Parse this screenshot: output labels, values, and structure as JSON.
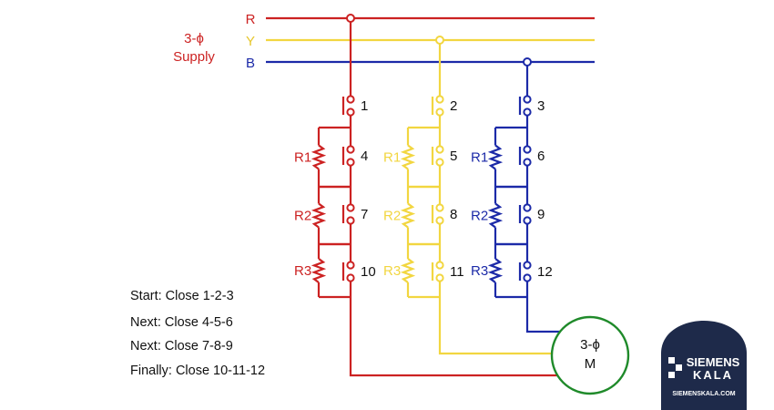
{
  "colors": {
    "red": "#cc2222",
    "yellow": "#f2d640",
    "blue": "#1c2aa8",
    "green": "#1f8a2a",
    "logo_bg": "#1e2a4a"
  },
  "supply": {
    "line1": "3-ϕ",
    "line2": "Supply",
    "phase_r": "R",
    "phase_y": "Y",
    "phase_b": "B"
  },
  "contacts": {
    "red": [
      "1",
      "4",
      "7",
      "10"
    ],
    "yellow": [
      "2",
      "5",
      "8",
      "11"
    ],
    "blue": [
      "3",
      "6",
      "9",
      "12"
    ]
  },
  "resistors": [
    "R1",
    "R2",
    "R3"
  ],
  "motor": {
    "line1": "3-ϕ",
    "line2": "M"
  },
  "notes": [
    "Start: Close 1-2-3",
    "Next: Close 4-5-6",
    "Next: Close 7-8-9",
    "Finally: Close 10-11-12"
  ],
  "logo": {
    "brand_top": "SIEMENS",
    "brand_bottom": "KALA",
    "url": "SIEMENSKALA.COM"
  }
}
